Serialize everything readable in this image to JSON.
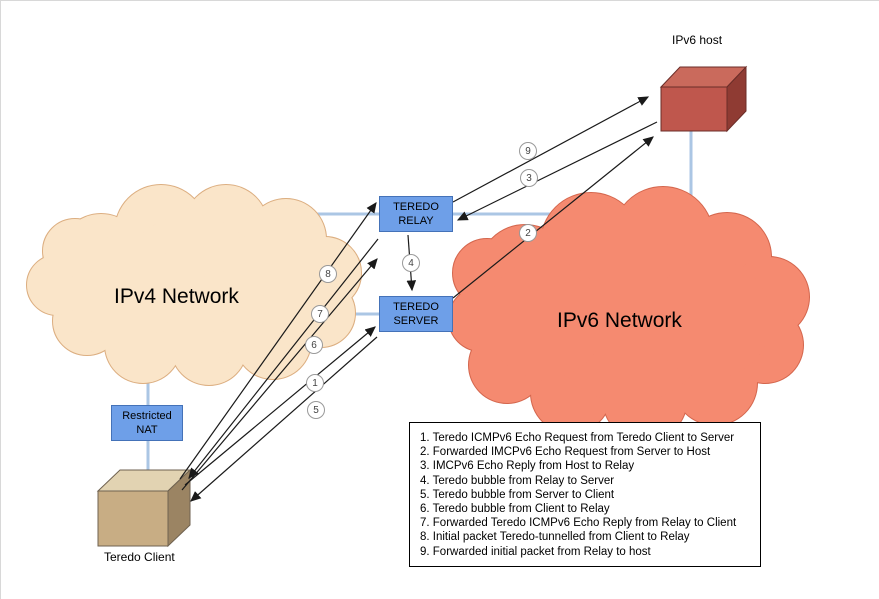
{
  "nodes": {
    "ipv6_host": "IPv6 host",
    "teredo_client": "Teredo Client",
    "ipv4_network": "IPv4 Network",
    "ipv6_network": "IPv6 Network",
    "relay_line1": "TEREDO",
    "relay_line2": "RELAY",
    "server_line1": "TEREDO",
    "server_line2": "SERVER",
    "nat_line1": "Restricted",
    "nat_line2": "NAT"
  },
  "badges": [
    "1",
    "2",
    "3",
    "4",
    "5",
    "6",
    "7",
    "8",
    "9"
  ],
  "legend": {
    "items": [
      "1. Teredo ICMPv6 Echo Request from Teredo Client to Server",
      "2. Forwarded IMCPv6 Echo Request from Server to Host",
      "3. IMCPv6 Echo Reply from Host to Relay",
      "4. Teredo bubble from Relay to Server",
      "5. Teredo bubble from Server to Client",
      "6. Teredo bubble from Client to Relay",
      "7. Forwarded Teredo ICMPv6 Echo Reply from Relay to Client",
      "8. Initial packet Teredo-tunnelled from Client to Relay",
      "9. Forwarded initial packet from Relay to host"
    ]
  },
  "colors": {
    "box_fill": "#6e9fe8",
    "box_border": "#4472b8",
    "ipv4_cloud_fill": "#fae5c9",
    "ipv4_cloud_stroke": "#dcae80",
    "ipv6_cloud_fill": "#f58a70",
    "ipv6_cloud_stroke": "#d4664d",
    "connector_line": "#abc6e4",
    "arrow": "#1a1a1a"
  }
}
